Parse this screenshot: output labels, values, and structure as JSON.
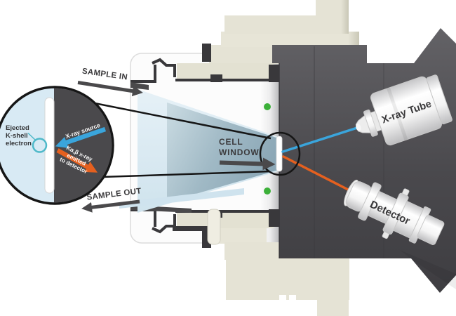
{
  "labels": {
    "sample_in": "SAMPLE IN",
    "sample_out": "SAMPLE OUT",
    "cell_window_line1": "CELL",
    "cell_window_line2": "WINDOW"
  },
  "components": {
    "xray_tube_label": "X-ray Tube",
    "detector_label": "Detector"
  },
  "inset": {
    "ejected_line1": "Ejected",
    "ejected_line2": "K-shell",
    "ejected_line3": "electron",
    "xray_source_label": "X-ray source",
    "emitted_line1": "Kα,β x-ray",
    "emitted_line2": "emitted",
    "emitted_line3": "to detector"
  },
  "colors": {
    "xray_beam_blue": "#3aa5dc",
    "emission_orange": "#e5601f",
    "housing_dark": "#4a494d",
    "housing_beige": "#e5e3d5",
    "fluid_light_blue": "#d8eaf4",
    "indicator_green": "#3cb039",
    "electron_teal": "#4fb9c9",
    "label_dark": "#3b3a3c"
  }
}
